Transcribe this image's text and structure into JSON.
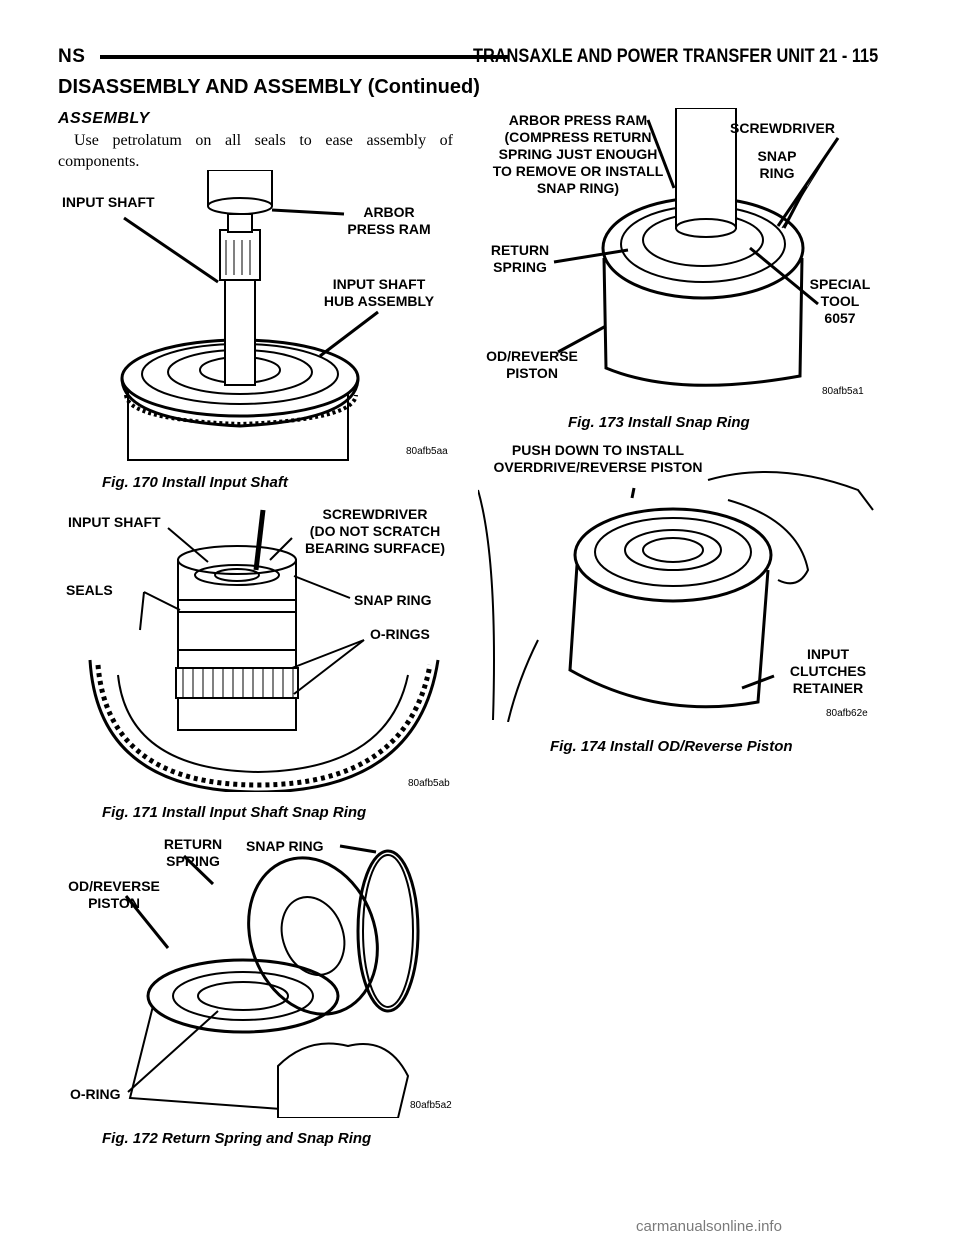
{
  "header": {
    "left": "NS",
    "right": "TRANSAXLE AND POWER TRANSFER UNIT     21 - 115"
  },
  "section": {
    "title": "DISASSEMBLY AND ASSEMBLY (Continued)",
    "subtitle": "ASSEMBLY"
  },
  "text": {
    "paragraph": "Use petrolatum on all seals to ease assembly of components."
  },
  "figures": {
    "fig170": {
      "caption": "Fig. 170 Install Input Shaft",
      "code": "80afb5aa",
      "labels": {
        "input_shaft": "INPUT SHAFT",
        "arbor": "ARBOR",
        "press_ram": "PRESS RAM",
        "hub1": "INPUT SHAFT",
        "hub2": "HUB ASSEMBLY"
      }
    },
    "fig171": {
      "caption": "Fig. 171 Install Input Shaft Snap Ring",
      "code": "80afb5ab",
      "labels": {
        "input_shaft": "INPUT SHAFT",
        "screwdriver": "SCREWDRIVER",
        "no_scratch": "(DO NOT SCRATCH",
        "bearing": "BEARING SURFACE)",
        "seals": "SEALS",
        "snap_ring": "SNAP RING",
        "orings": "O-RINGS"
      }
    },
    "fig172": {
      "caption": "Fig. 172 Return Spring and Snap Ring",
      "code": "80afb5a2",
      "labels": {
        "return": "RETURN",
        "spring": "SPRING",
        "snap_ring": "SNAP RING",
        "od_reverse": "OD/REVERSE",
        "piston": "PISTON",
        "oring": "O-RING"
      }
    },
    "fig173": {
      "caption": "Fig. 173 Install Snap Ring",
      "code": "80afb5a1",
      "labels": {
        "arbor": "ARBOR PRESS RAM",
        "compress": "(COMPRESS RETURN",
        "just": "SPRING JUST ENOUGH",
        "remove": "TO REMOVE OR INSTALL",
        "snapring": "SNAP RING)",
        "screwdriver": "SCREWDRIVER",
        "snap": "SNAP",
        "ring": "RING",
        "return": "RETURN",
        "spring": "SPRING",
        "special": "SPECIAL",
        "tool": "TOOL",
        "tool_no": "6057",
        "od_reverse": "OD/REVERSE",
        "piston": "PISTON"
      }
    },
    "fig174": {
      "caption": "Fig. 174 Install OD/Reverse Piston",
      "code": "80afb62e",
      "labels": {
        "push": "PUSH DOWN TO INSTALL",
        "overdrive": "OVERDRIVE/REVERSE PISTON",
        "input": "INPUT",
        "clutches": "CLUTCHES",
        "retainer": "RETAINER"
      }
    }
  },
  "footer": {
    "watermark": "carmanualsonline.info"
  }
}
